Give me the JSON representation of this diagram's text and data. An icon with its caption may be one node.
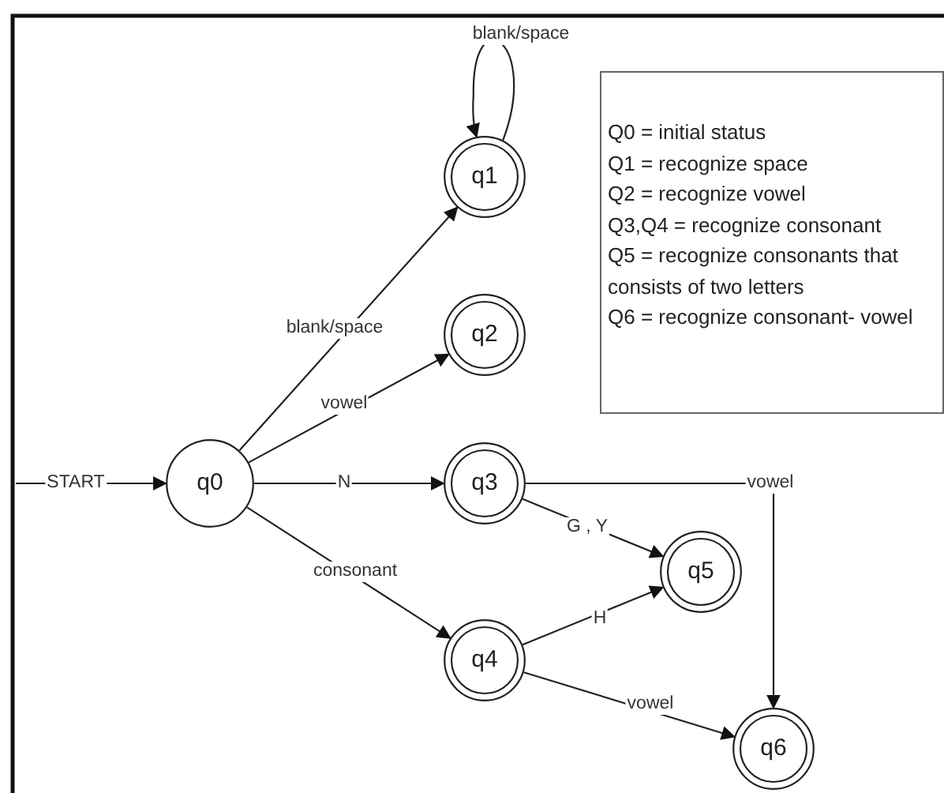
{
  "diagram": {
    "nodes": [
      {
        "text": [
          "q0"
        ]
      },
      {
        "text": [
          "q1"
        ]
      },
      {
        "text": [
          "q2"
        ]
      },
      {
        "text": [
          "q3"
        ]
      },
      {
        "text": [
          "q4"
        ]
      },
      {
        "text": [
          "q5"
        ]
      },
      {
        "text": [
          "q6"
        ]
      },
      {
        "text": [
          "Q0 = initial status",
          "Q1 = recognize space",
          "Q2 = recognize vowel",
          "Q3,Q4 = recognize consonant",
          "Q5 = recognize consonants that consists of two letters",
          "Q6 = recognize consonant- vowel"
        ]
      }
    ],
    "edges": [
      {
        "from": null,
        "to": 0,
        "arrow": "to",
        "label": "START"
      },
      {
        "from": 1,
        "to": 1,
        "arrow": "to",
        "label": "blank/space"
      },
      {
        "from": 0,
        "to": 1,
        "arrow": "to",
        "label": "blank/space"
      },
      {
        "from": 0,
        "to": 2,
        "arrow": "to",
        "label": "vowel"
      },
      {
        "from": 0,
        "to": 3,
        "arrow": "to",
        "label": "N"
      },
      {
        "from": 0,
        "to": 4,
        "arrow": "to",
        "label": "consonant"
      },
      {
        "from": 3,
        "to": 5,
        "arrow": "to",
        "label": "G , Y"
      },
      {
        "from": 4,
        "to": 5,
        "arrow": "to",
        "label": "H"
      },
      {
        "from": 3,
        "to": 6,
        "arrow": "to",
        "label": "vowel"
      },
      {
        "from": 4,
        "to": 6,
        "arrow": "to",
        "label": "vowel"
      }
    ]
  }
}
